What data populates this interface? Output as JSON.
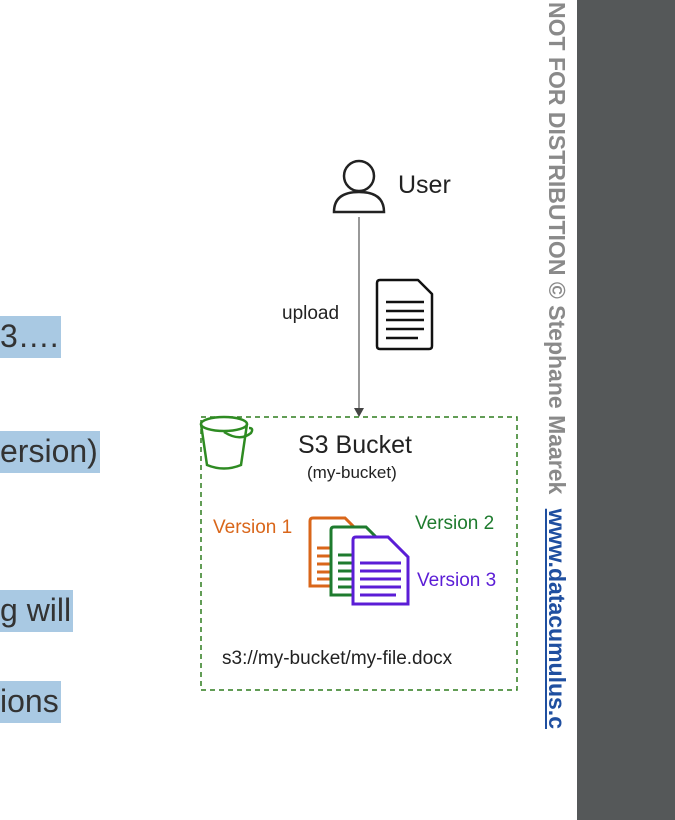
{
  "left_fragments": [
    "3….",
    "ersion)",
    "g will",
    "ions"
  ],
  "diagram": {
    "user_label": "User",
    "upload_label": "upload",
    "bucket_title": "S3 Bucket",
    "bucket_subtitle": "(my-bucket)",
    "versions": [
      "Version 1",
      "Version 2",
      "Version 3"
    ],
    "object_path": "s3://my-bucket/my-file.docx"
  },
  "watermark": {
    "text": "NOT FOR DISTRIBUTION © Stephane Maarek",
    "link": "www.datacumulus.c"
  },
  "colors": {
    "highlight": "#a9c9e3",
    "bucket_green": "#2e7d1e",
    "version1": "#d9661a",
    "version2": "#1e7b2e",
    "version3": "#5b1dd6",
    "sidebar": "#555859"
  },
  "icons": [
    "user-icon",
    "document-icon",
    "bucket-icon",
    "file-version-icon"
  ]
}
